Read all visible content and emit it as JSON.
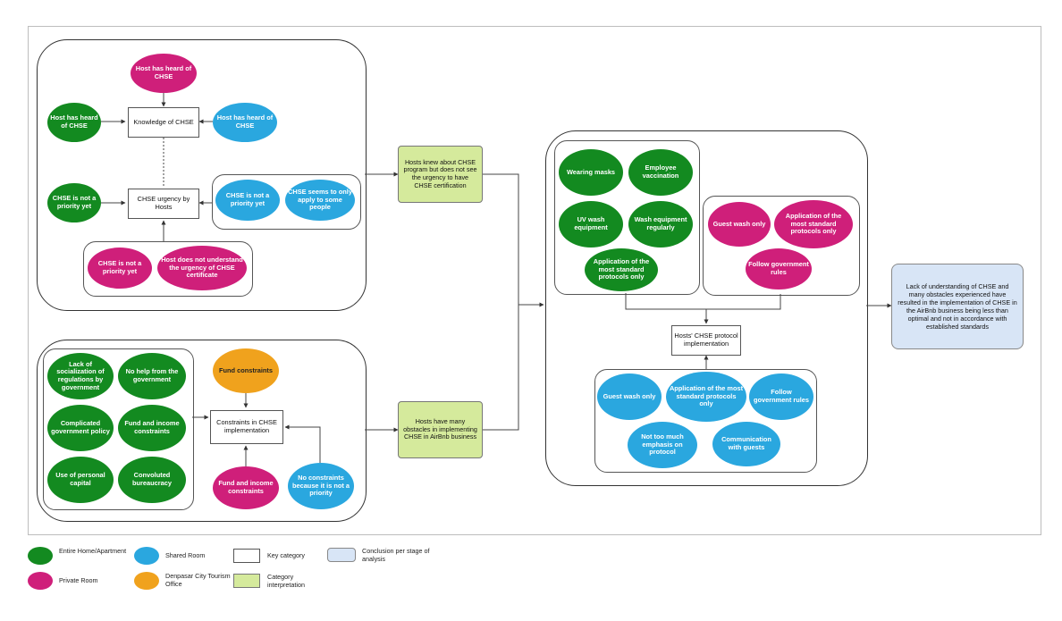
{
  "knowledge": {
    "key": "Knowledge of CHSE",
    "top": "Host has heard of CHSE",
    "left": "Host has heard of CHSE",
    "right": "Host has heard of CHSE"
  },
  "urgency": {
    "key": "CHSE urgency by Hosts",
    "left": "CHSE is not a priority yet",
    "right1": "CHSE is not a priority yet",
    "right2": "CHSE seems to only apply to some people",
    "bottom1": "CHSE is not a priority yet",
    "bottom2": "Host does not understand the urgency of CHSE certificate"
  },
  "constraints": {
    "key": "Constraints in CHSE implementation",
    "green": [
      "Lack of socialization of regulations by government",
      "No help from the government",
      "Complicated government policy",
      "Fund and income constraints",
      "Use of personal capital",
      "Convoluted bureaucracy"
    ],
    "orange": "Fund constraints",
    "pink": "Fund and income constraints",
    "blue": "No constraints because it is not a priority"
  },
  "interpretation": {
    "top": "Hosts knew about CHSE program but does not see the urgency to have CHSE certification",
    "bottom": "Hosts have many obstacles in implementing CHSE in AirBnb business"
  },
  "protocol": {
    "key": "Hosts' CHSE protocol implementation",
    "green": [
      "Wearing masks",
      "Employee vaccination",
      "UV wash equipment",
      "Wash equipment regularly",
      "Application of the most standard protocols only"
    ],
    "pink": [
      "Guest wash only",
      "Application of the most standard protocols only",
      "Follow government rules"
    ],
    "blue": [
      "Guest wash only",
      "Application of the most standard protocols only",
      "Follow government rules",
      "Not too much emphasis on protocol",
      "Communication with guests"
    ]
  },
  "conclusion": "Lack of understanding of CHSE and many obstacles experienced have resulted in the implementation of CHSE in the AirBnb business being less than optimal and not in accordance with established standards",
  "legend": {
    "entire": "Entire Home/Apartment",
    "private": "Private Room",
    "shared": "Shared Room",
    "tourism": "Denpasar City Tourism Office",
    "key": "Key category",
    "interp": "Category interpretation",
    "concl": "Conclusion per stage of analysis"
  },
  "colors": {
    "entire": "#138a20",
    "private": "#cf1f7a",
    "shared": "#2aa7df",
    "tourism": "#f0a21d",
    "interpretation": "#d5ea9c",
    "conclusion": "#d8e5f6"
  }
}
